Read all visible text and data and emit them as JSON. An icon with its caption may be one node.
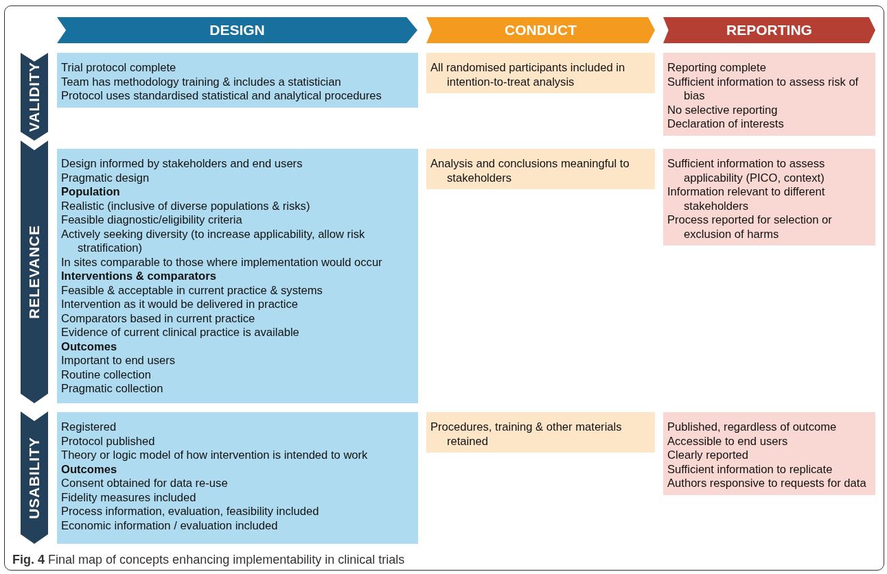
{
  "diagram": {
    "caption": "**Fig. 4** Final map of concepts enhancing implementability in clinical trials",
    "nodes": [
      {
        "text": [
          "DESIGN"
        ]
      },
      {
        "text": [
          "CONDUCT"
        ]
      },
      {
        "text": [
          "REPORTING"
        ]
      },
      {
        "text": [
          "VALIDITY"
        ]
      },
      {
        "text": [
          "Trial protocol complete",
          "Team has methodology training & includes a statistician",
          "Protocol uses standardised statistical and analytical procedures"
        ]
      },
      {
        "text": [
          "All randomised participants included in intention-to-treat analysis"
        ]
      },
      {
        "text": [
          "Reporting complete",
          "Sufficient information to assess risk of bias",
          "No selective reporting",
          "Declaration of interests"
        ]
      },
      {
        "text": [
          "RELEVANCE"
        ]
      },
      {
        "text": [
          "Design informed by stakeholders and end users",
          "Pragmatic design",
          "**Population**",
          "Realistic (inclusive of diverse populations & risks)",
          "Feasible diagnostic/eligibility criteria",
          "Actively seeking diversity (to increase applicability, allow risk stratification)",
          "In sites comparable to those where implementation would occur",
          "**Interventions & comparators**",
          "Feasible & acceptable in current practice & systems",
          "Intervention as it would be delivered in practice",
          "Comparators based in current practice",
          "Evidence of current clinical practice is available",
          "**Outcomes**",
          "Important to end users",
          "Routine collection",
          "Pragmatic collection"
        ]
      },
      {
        "text": [
          "Analysis and conclusions meaningful to stakeholders"
        ]
      },
      {
        "text": [
          "Sufficient information to assess applicability (PICO, context)",
          "Information relevant to different stakeholders",
          "Process reported for selection or exclusion of harms"
        ]
      },
      {
        "text": [
          "USABILITY"
        ]
      },
      {
        "text": [
          "Registered",
          "Protocol published",
          "Theory or logic model of how intervention is intended to work",
          "**Outcomes**",
          "Consent obtained for data re-use",
          "Fidelity measures included",
          "Process information, evaluation, feasibility included",
          "Economic information / evaluation included"
        ]
      },
      {
        "text": [
          "Procedures, training & other materials retained"
        ]
      },
      {
        "text": [
          "Published, regardless of outcome",
          "Accessible to end users",
          "Clearly reported",
          "Sufficient information to replicate",
          "Authors responsive to requests for data"
        ]
      }
    ]
  }
}
